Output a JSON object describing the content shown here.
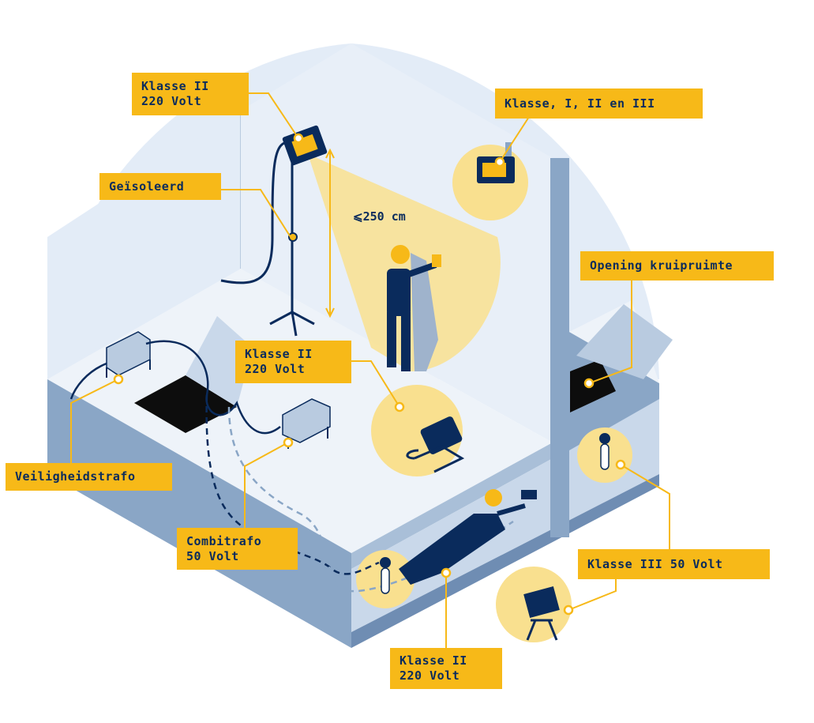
{
  "colors": {
    "navy": "#0a2b5c",
    "yellow": "#f7b918",
    "light_yellow": "#f9e08f",
    "bg_blue": "#e3ecf7",
    "wall_blue": "#c9d8ea",
    "slab_blue": "#8aa6c6",
    "floor_white": "#eef3f9"
  },
  "labels": {
    "klasse2_lamp": {
      "line1": "Klasse II",
      "line2": "220 Volt"
    },
    "geisoleerd": {
      "line1": "Geïsoleerd"
    },
    "klasse_123": {
      "line1": "Klasse, I, II en III"
    },
    "opening_kruipruimte": {
      "line1": "Opening kruipruimte"
    },
    "klasse2_floor": {
      "line1": "Klasse II",
      "line2": "220 Volt"
    },
    "veiligheidstrafo": {
      "line1": "Veiligheidstrafo"
    },
    "combitrafo": {
      "line1": "Combitrafo",
      "line2": "50 Volt"
    },
    "klasse3": {
      "line1": "Klasse III 50 Volt"
    },
    "klasse2_crawl": {
      "line1": "Klasse II",
      "line2": "220 Volt"
    }
  },
  "dimension": {
    "height_label": "⩽250 cm"
  }
}
